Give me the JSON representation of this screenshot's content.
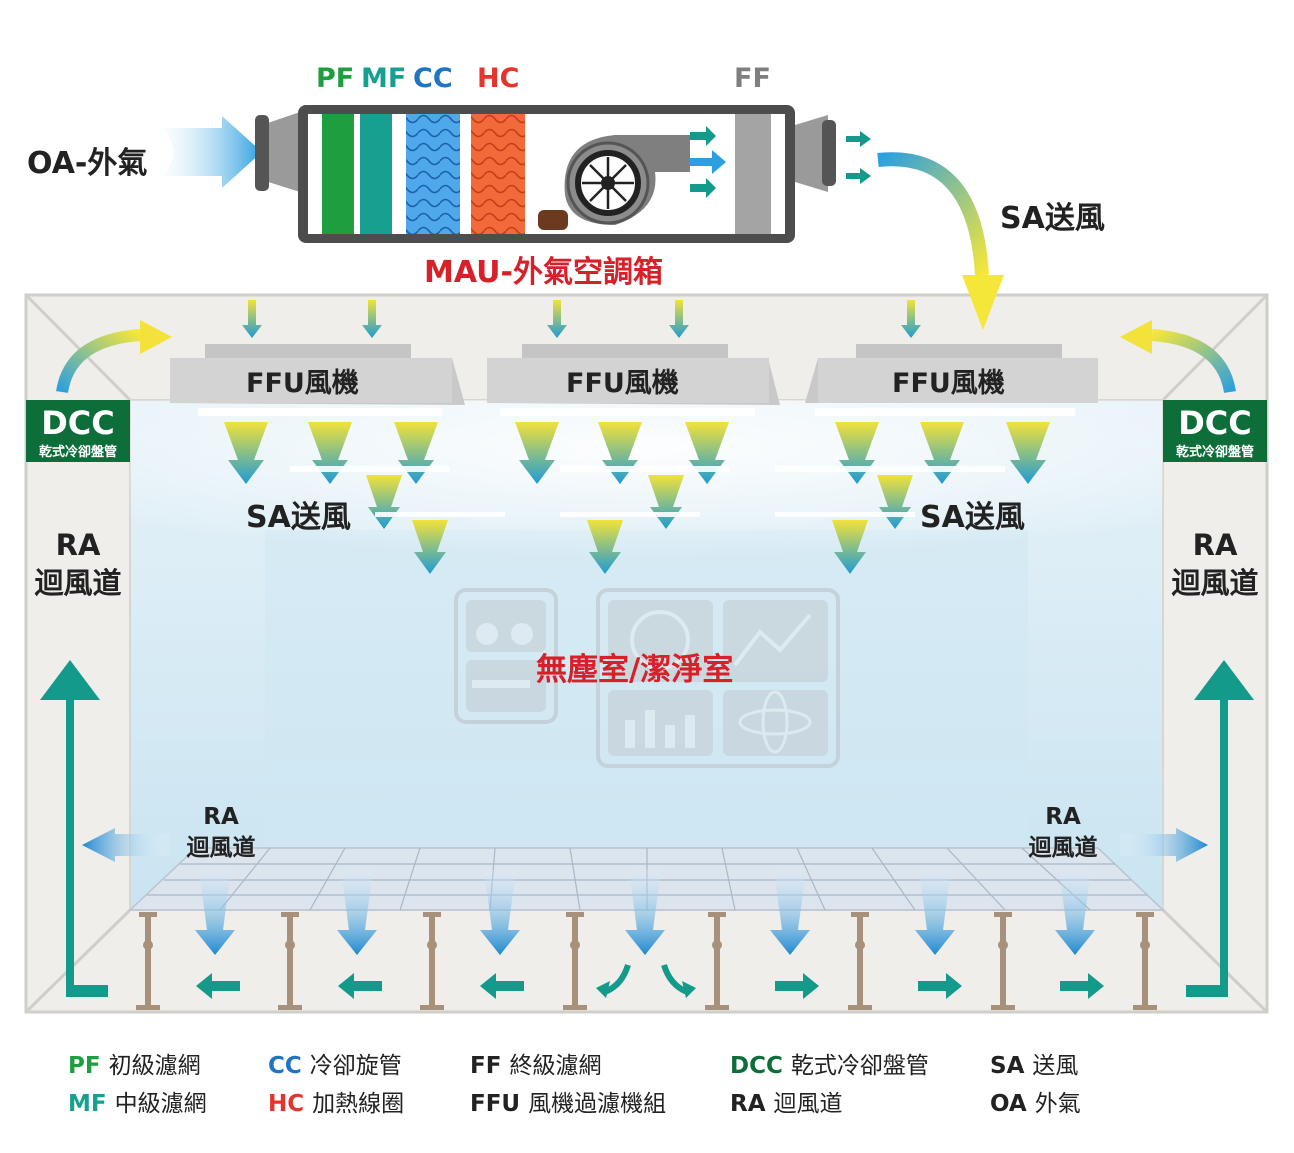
{
  "mau": {
    "title": "MAU-外氣空調箱",
    "filters": [
      {
        "code": "PF",
        "color": "#1e9e3e"
      },
      {
        "code": "MF",
        "color": "#16a08f"
      },
      {
        "code": "CC",
        "color": "#1f74c4"
      },
      {
        "code": "HC",
        "color": "#e3352d"
      },
      {
        "code": "FF",
        "color": "#7f7f7f"
      }
    ],
    "oa_label": "OA-外氣",
    "sa_label": "SA送風"
  },
  "room": {
    "name": "無塵室/潔淨室",
    "ffu_label": "FFU風機",
    "sa_label": "SA送風",
    "ra_label_line1": "RA",
    "ra_label_line2": "迴風道",
    "dcc_label": "DCC",
    "dcc_sublabel": "乾式冷卻盤管"
  },
  "legend": [
    {
      "code": "PF",
      "desc": "初級濾網",
      "color": "#1e9e3e"
    },
    {
      "code": "MF",
      "desc": "中級濾網",
      "color": "#16a08f"
    },
    {
      "code": "CC",
      "desc": "冷卻旋管",
      "color": "#1f74c4"
    },
    {
      "code": "HC",
      "desc": "加熱線圈",
      "color": "#e3352d"
    },
    {
      "code": "FF",
      "desc": "終級濾網",
      "color": "#333333"
    },
    {
      "code": "FFU",
      "desc": "風機過濾機組",
      "color": "#333333"
    },
    {
      "code": "DCC",
      "desc": "乾式冷卻盤管",
      "color": "#0e6e3a"
    },
    {
      "code": "RA",
      "desc": "迴風道",
      "color": "#333333"
    },
    {
      "code": "SA",
      "desc": "送風",
      "color": "#333333"
    },
    {
      "code": "OA",
      "desc": "外氣",
      "color": "#333333"
    }
  ],
  "colors": {
    "accent_teal": "#139a8a",
    "dcc_green": "#0e6e3a",
    "title_red": "#d7202a",
    "airflow_blue": "#1e9bd6",
    "airflow_yellow": "#f2e23a"
  }
}
